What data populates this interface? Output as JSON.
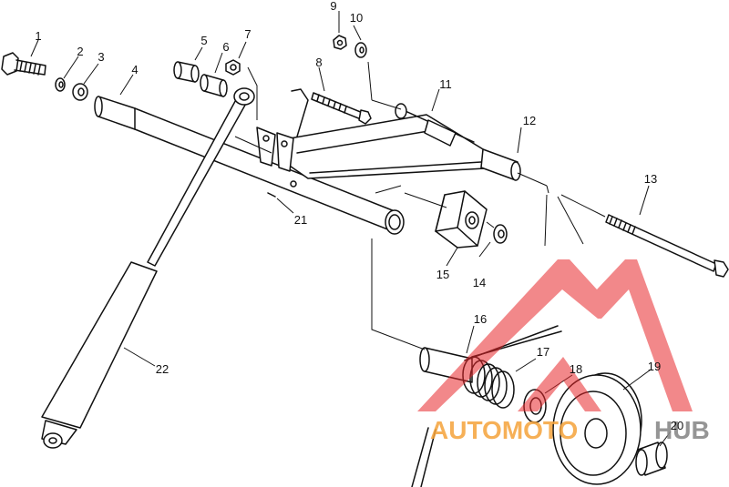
{
  "diagram": {
    "callouts": [
      {
        "id": "1",
        "label": "1"
      },
      {
        "id": "2",
        "label": "2"
      },
      {
        "id": "3",
        "label": "3"
      },
      {
        "id": "4",
        "label": "4"
      },
      {
        "id": "5",
        "label": "5"
      },
      {
        "id": "6",
        "label": "6"
      },
      {
        "id": "7",
        "label": "7"
      },
      {
        "id": "8",
        "label": "8"
      },
      {
        "id": "9",
        "label": "9"
      },
      {
        "id": "10",
        "label": "10"
      },
      {
        "id": "11",
        "label": "11"
      },
      {
        "id": "12",
        "label": "12"
      },
      {
        "id": "13",
        "label": "13"
      },
      {
        "id": "14",
        "label": "14"
      },
      {
        "id": "15",
        "label": "15"
      },
      {
        "id": "16",
        "label": "16"
      },
      {
        "id": "17",
        "label": "17"
      },
      {
        "id": "18",
        "label": "18"
      },
      {
        "id": "19",
        "label": "19"
      },
      {
        "id": "20",
        "label": "20"
      },
      {
        "id": "21",
        "label": "21"
      },
      {
        "id": "22",
        "label": "22"
      }
    ]
  },
  "watermark": {
    "text_part1": "AUTOMOTO",
    "text_part2": "HUB",
    "color_red": "#e8262a",
    "color_orange": "#f4a23a",
    "color_gray": "#8a8a8a"
  }
}
